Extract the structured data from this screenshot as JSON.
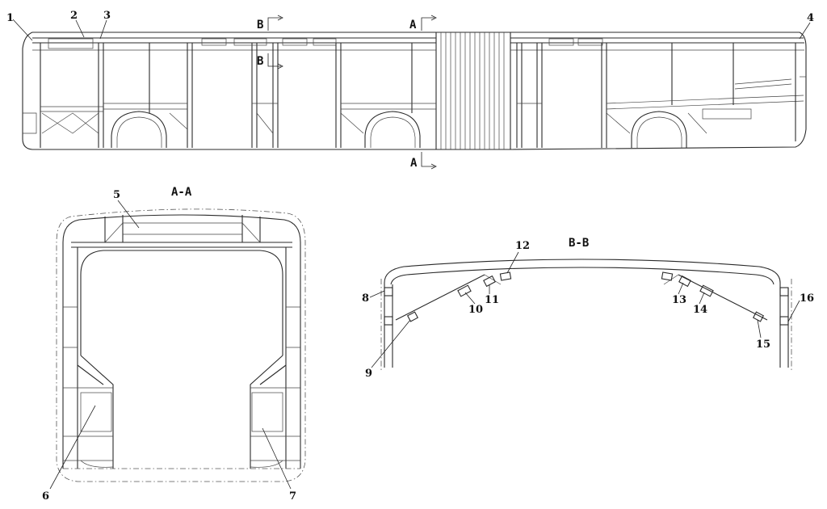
{
  "callouts": {
    "c1": "1",
    "c2": "2",
    "c3": "3",
    "c4": "4",
    "c5": "5",
    "c6": "6",
    "c7": "7",
    "c8": "8",
    "c9": "9",
    "c10": "10",
    "c11": "11",
    "c12": "12",
    "c13": "13",
    "c14": "14",
    "c15": "15",
    "c16": "16"
  },
  "section_marks": {
    "b_top": "B",
    "b_mid": "B",
    "a_top": "A",
    "a_bottom": "A"
  },
  "section_titles": {
    "aa": "A-A",
    "bb": "B-B"
  }
}
